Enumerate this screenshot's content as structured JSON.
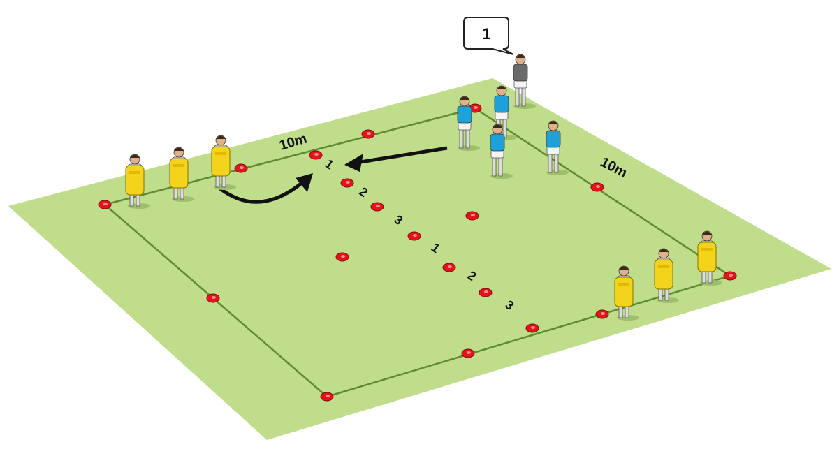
{
  "diagram": {
    "distance_labels": [
      "10m",
      "10m"
    ],
    "sequence_numbers": [
      "1",
      "2",
      "3",
      "1",
      "2",
      "3"
    ],
    "speech_bubble": "1",
    "colors": {
      "grass": "#bfdd8a",
      "line": "#5f8a2e",
      "cone": "#e8121a",
      "attacker_shirt": "#1ea0d8",
      "shield": "#f3d31c",
      "referee": "#6b6b6b",
      "arrow": "#111111"
    }
  }
}
